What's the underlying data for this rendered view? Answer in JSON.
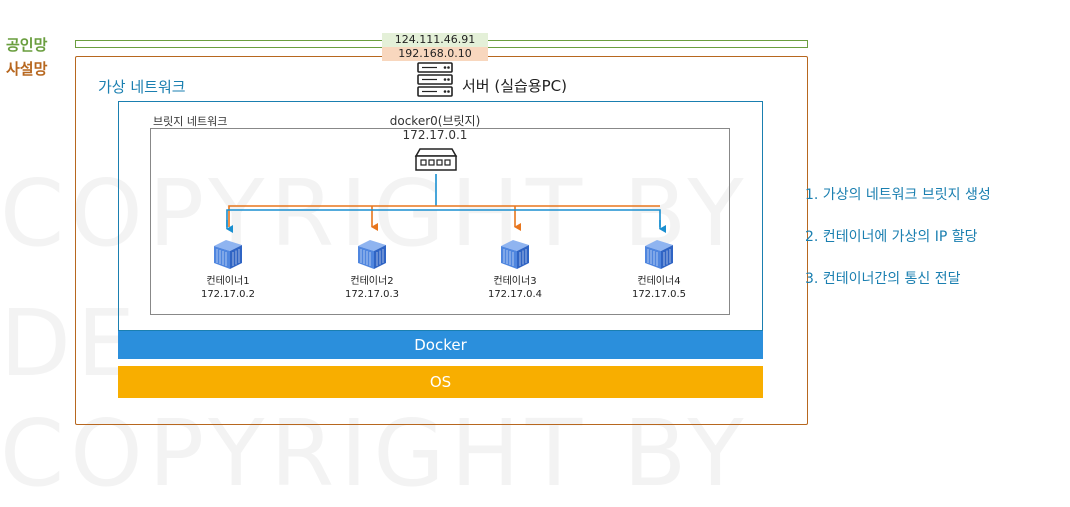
{
  "networks": {
    "public_label": "공인망",
    "private_label": "사설망",
    "public_ip": "124.111.46.91",
    "private_ip": "192.168.0.10"
  },
  "virtual": {
    "label": "가상 네트워크"
  },
  "server": {
    "label": "서버 (실습용PC)",
    "icon": "server-icon"
  },
  "bridge": {
    "label": "브릿지 네트워크",
    "name": "docker0(브릿지)",
    "ip": "172.17.0.1",
    "icon": "switch-icon"
  },
  "containers": [
    {
      "name": "컨테이너1",
      "ip": "172.17.0.2",
      "icon": "container-icon"
    },
    {
      "name": "컨테이너2",
      "ip": "172.17.0.3",
      "icon": "container-icon"
    },
    {
      "name": "컨테이너3",
      "ip": "172.17.0.4",
      "icon": "container-icon"
    },
    {
      "name": "컨테이너4",
      "ip": "172.17.0.5",
      "icon": "container-icon"
    }
  ],
  "layers": {
    "docker": "Docker",
    "os": "OS"
  },
  "steps": [
    "1. 가상의 네트워크 브릿지 생성",
    "2. 컨테이너에 가상의 IP 할당",
    "3. 컨테이너간의 통신 전달"
  ],
  "watermark": {
    "line1": "COPYRIGHT BY",
    "line2": "DE",
    "line3": "COPYRIGHT BY"
  },
  "colors": {
    "public": "#6a9e3f",
    "private": "#b7671f",
    "virtual": "#1a7fb0",
    "docker": "#2b8fdc",
    "os": "#f8ae00",
    "orange_arrow": "#e8761d",
    "blue_arrow": "#1a8fd0"
  }
}
